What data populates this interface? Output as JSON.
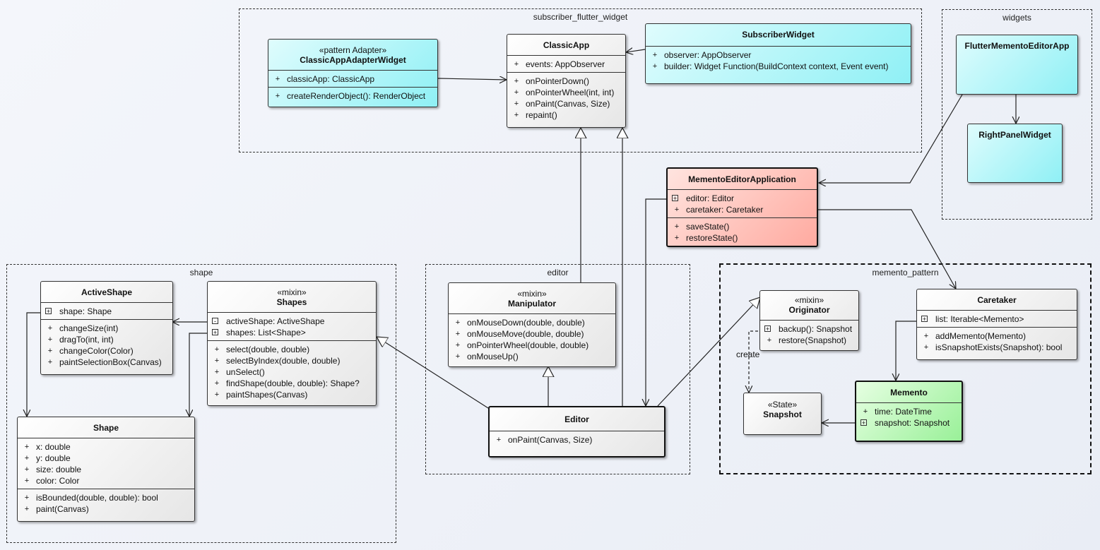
{
  "packages": {
    "subscriber": "subscriber_flutter_widget",
    "widgets": "widgets",
    "shape": "shape",
    "editor": "editor",
    "memento": "memento_pattern"
  },
  "classes": {
    "adapter": {
      "stereotype": "«pattern Adapter»",
      "name": "ClassicAppAdapterWidget",
      "attrs": [
        {
          "vis": "+",
          "text": "classicApp: ClassicApp"
        }
      ],
      "ops": [
        {
          "vis": "+",
          "text": "createRenderObject(): RenderObject"
        }
      ]
    },
    "classicApp": {
      "name": "ClassicApp",
      "attrs": [
        {
          "vis": "+",
          "text": "events: AppObserver"
        }
      ],
      "ops": [
        {
          "vis": "+",
          "text": "onPointerDown()"
        },
        {
          "vis": "+",
          "text": "onPointerWheel(int, int)"
        },
        {
          "vis": "+",
          "text": "onPaint(Canvas, Size)"
        },
        {
          "vis": "+",
          "text": "repaint()"
        }
      ]
    },
    "subscriberWidget": {
      "name": "SubscriberWidget",
      "attrs": [
        {
          "vis": "+",
          "text": "observer: AppObserver"
        },
        {
          "vis": "+",
          "text": "builder: Widget Function(BuildContext context, Event event)"
        }
      ]
    },
    "flutterApp": {
      "name": "FlutterMementoEditorApp"
    },
    "rightPanel": {
      "name": "RightPanelWidget"
    },
    "mementoApp": {
      "name": "MementoEditorApplication",
      "attrs": [
        {
          "vis": "+",
          "text": "editor: Editor"
        },
        {
          "vis": "+",
          "text": "caretaker: Caretaker"
        }
      ],
      "ops": [
        {
          "vis": "+",
          "text": "saveState()"
        },
        {
          "vis": "+",
          "text": "restoreState()"
        }
      ]
    },
    "activeShape": {
      "name": "ActiveShape",
      "attrs": [
        {
          "vis": "+",
          "text": "shape: Shape"
        }
      ],
      "ops": [
        {
          "vis": "+",
          "text": "changeSize(int)"
        },
        {
          "vis": "+",
          "text": "dragTo(int, int)"
        },
        {
          "vis": "+",
          "text": "changeColor(Color)"
        },
        {
          "vis": "+",
          "text": "paintSelectionBox(Canvas)"
        }
      ]
    },
    "shapes": {
      "stereotype": "«mixin»",
      "name": "Shapes",
      "attrs": [
        {
          "vis": "-",
          "text": "activeShape: ActiveShape"
        },
        {
          "vis": "+",
          "text": "shapes: List<Shape>"
        }
      ],
      "ops": [
        {
          "vis": "+",
          "text": "select(double, double)"
        },
        {
          "vis": "+",
          "text": "selectByIndex(double, double)"
        },
        {
          "vis": "+",
          "text": "unSelect()"
        },
        {
          "vis": "+",
          "text": "findShape(double, double): Shape?"
        },
        {
          "vis": "+",
          "text": "paintShapes(Canvas)"
        }
      ]
    },
    "shape": {
      "name": "Shape",
      "attrs": [
        {
          "vis": "+",
          "text": "x: double"
        },
        {
          "vis": "+",
          "text": "y: double"
        },
        {
          "vis": "+",
          "text": "size: double"
        },
        {
          "vis": "+",
          "text": "color: Color"
        }
      ],
      "ops": [
        {
          "vis": "+",
          "text": "isBounded(double, double): bool"
        },
        {
          "vis": "+",
          "text": "paint(Canvas)"
        }
      ]
    },
    "manipulator": {
      "stereotype": "«mixin»",
      "name": "Manipulator",
      "ops": [
        {
          "vis": "+",
          "text": "onMouseDown(double, double)"
        },
        {
          "vis": "+",
          "text": "onMouseMove(double, double)"
        },
        {
          "vis": "+",
          "text": "onPointerWheel(double, double)"
        },
        {
          "vis": "+",
          "text": "onMouseUp()"
        }
      ]
    },
    "editor": {
      "name": "Editor",
      "ops": [
        {
          "vis": "+",
          "text": "onPaint(Canvas, Size)"
        }
      ]
    },
    "originator": {
      "stereotype": "«mixin»",
      "name": "Originator",
      "ops": [
        {
          "vis": "+",
          "text": "backup(): Snapshot"
        },
        {
          "vis": "+",
          "text": "restore(Snapshot)"
        }
      ]
    },
    "caretaker": {
      "name": "Caretaker",
      "attrs": [
        {
          "vis": "+",
          "text": "list: Iterable<Memento>"
        }
      ],
      "ops": [
        {
          "vis": "+",
          "text": "addMemento(Memento)"
        },
        {
          "vis": "+",
          "text": "isSnapshotExists(Snapshot): bool"
        }
      ]
    },
    "snapshot": {
      "stereotype": "«State»",
      "name": "Snapshot"
    },
    "memento": {
      "name": "Memento",
      "attrs": [
        {
          "vis": "+",
          "text": "time: DateTime"
        },
        {
          "vis": "+",
          "text": "snapshot: Snapshot"
        }
      ]
    }
  },
  "relations": {
    "create_label": "create"
  },
  "colors": {
    "cyan": "#8ff0f5",
    "red": "#ffaaa0",
    "green": "#99f098",
    "line": "#222222"
  }
}
